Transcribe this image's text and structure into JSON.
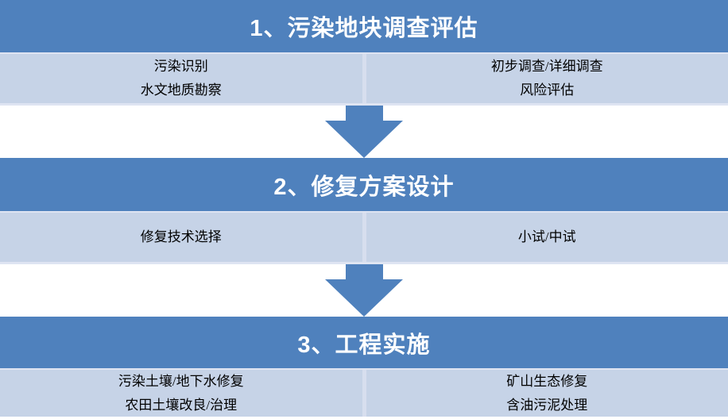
{
  "diagram": {
    "type": "process-flow",
    "language": "zh-CN",
    "sections": [
      {
        "step": "1",
        "title": "1、污染地块调查评估",
        "left_items": [
          "污染识别",
          "水文地质勘察"
        ],
        "right_items": [
          "初步调查/详细调查",
          "风险评估"
        ]
      },
      {
        "step": "2",
        "title": "2、修复方案设计",
        "left_items": [
          "修复技术选择"
        ],
        "right_items": [
          "小试/中试"
        ]
      },
      {
        "step": "3",
        "title": "3、工程实施",
        "left_items": [
          "污染土壤/地下水修复",
          "农田土壤改良/治理"
        ],
        "right_items": [
          "矿山生态修复",
          "含油污泥处理"
        ]
      }
    ],
    "connectors": [
      "down-arrow",
      "down-arrow"
    ]
  },
  "colors": {
    "header_bg": "#4F81BD",
    "cell_bg": "#C6D3E7",
    "divider": "#D7DEEE",
    "strip": "#DEE4F2",
    "header_text": "#FFFFFF",
    "cell_text": "#000000",
    "arrow": "#4F81BD",
    "page_bg": "#FFFFFF"
  }
}
